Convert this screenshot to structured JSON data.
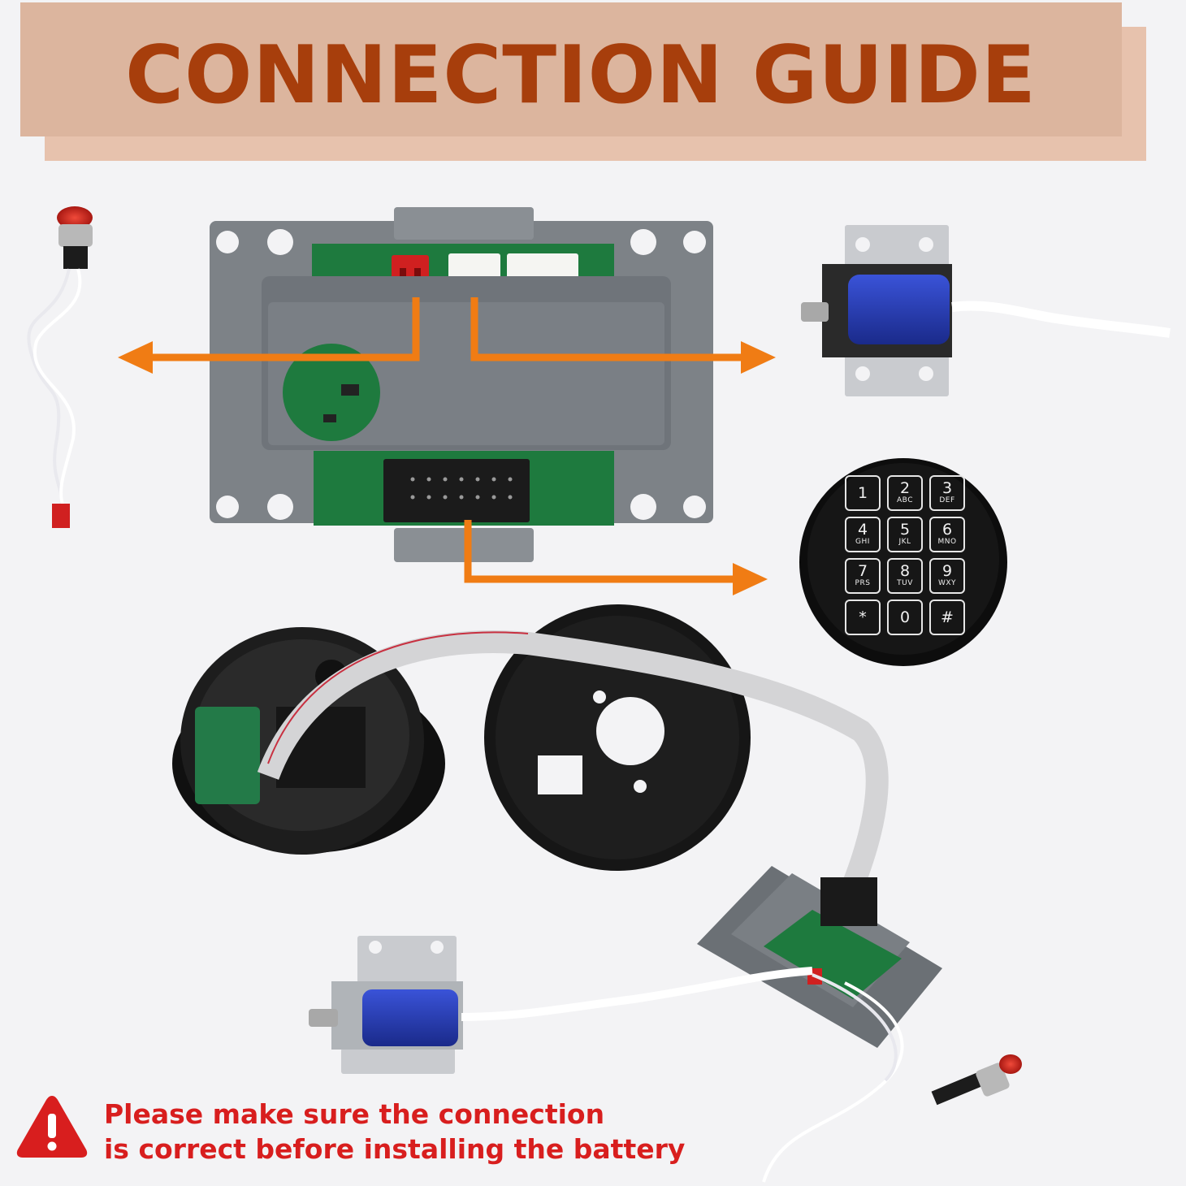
{
  "banner": {
    "title": "CONNECTION GUIDE"
  },
  "keypad": {
    "keys": [
      {
        "num": "1",
        "sub": ""
      },
      {
        "num": "2",
        "sub": "ABC"
      },
      {
        "num": "3",
        "sub": "DEF"
      },
      {
        "num": "4",
        "sub": "GHI"
      },
      {
        "num": "5",
        "sub": "JKL"
      },
      {
        "num": "6",
        "sub": "MNO"
      },
      {
        "num": "7",
        "sub": "PRS"
      },
      {
        "num": "8",
        "sub": "TUV"
      },
      {
        "num": "9",
        "sub": "WXY"
      },
      {
        "num": "*",
        "sub": ""
      },
      {
        "num": "0",
        "sub": ""
      },
      {
        "num": "#",
        "sub": ""
      }
    ]
  },
  "warning": {
    "line1": "Please make sure the connection",
    "line2": "is correct before installing the battery",
    "icon": "warning-triangle-icon",
    "color": "#d81e1e"
  },
  "colors": {
    "banner": "#dcb59e",
    "title": "#a73e0c",
    "arrow": "#f07c14",
    "housing": "#7d8287",
    "pcb": "#1e7a3e"
  }
}
